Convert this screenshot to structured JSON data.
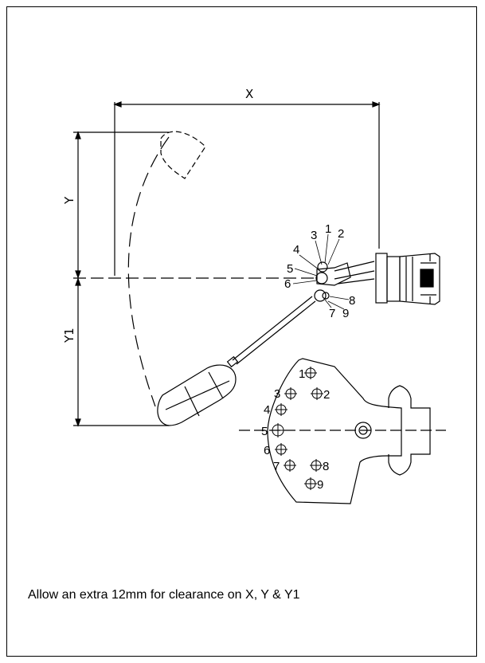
{
  "dimensions": {
    "x_label": "X",
    "y_label": "Y",
    "y1_label": "Y1"
  },
  "switch_positions": [
    "1",
    "2",
    "3",
    "4",
    "5",
    "6",
    "7",
    "8",
    "9"
  ],
  "note": "Allow an extra 12mm for clearance on X, Y & Y1"
}
